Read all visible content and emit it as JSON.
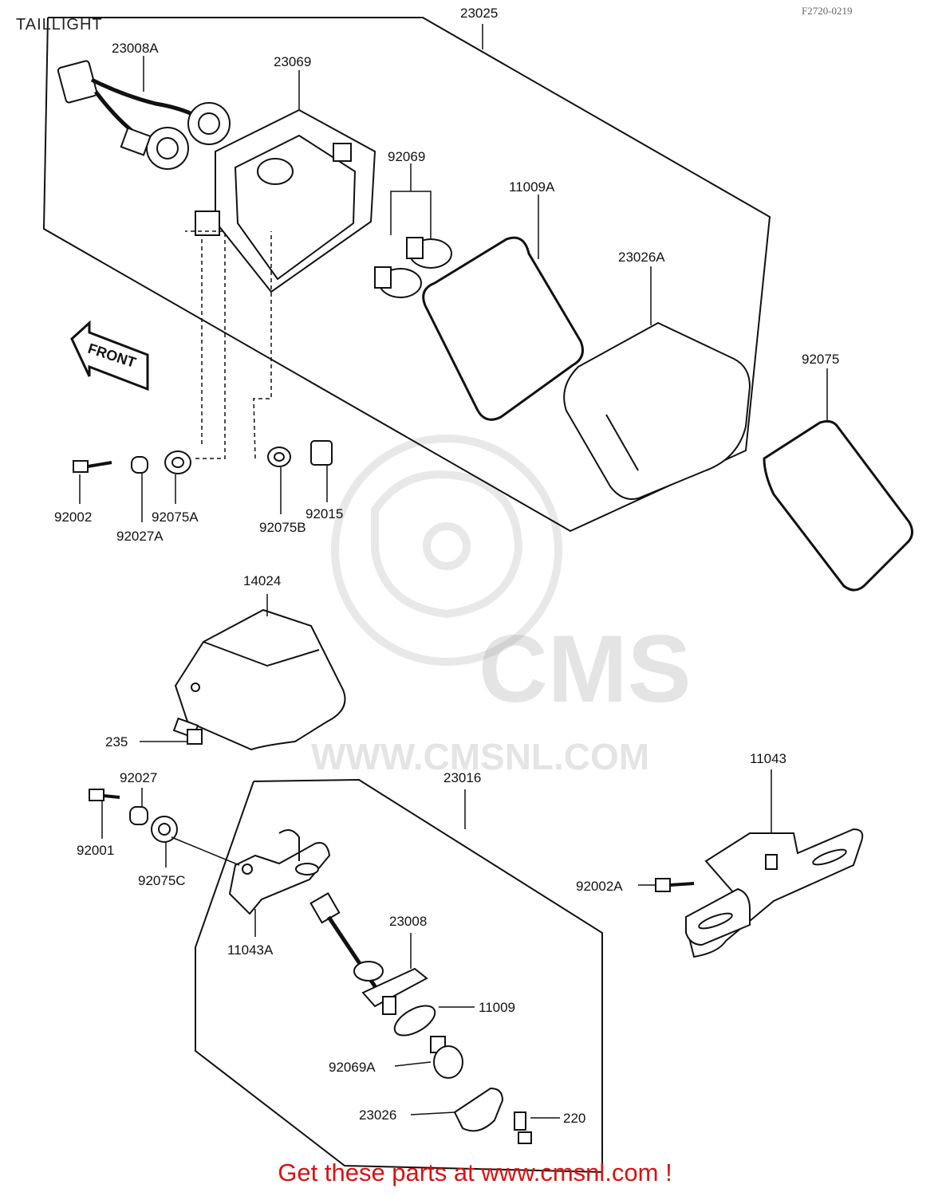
{
  "page": {
    "title": "TAILLIGHT",
    "figure_code": "F2720-0219",
    "footer": "Get these parts at www.cmsnl.com !"
  },
  "watermark": {
    "brand": "CMS",
    "url": "WWW.CMSNL.COM"
  },
  "direction_arrow": {
    "label": "FRONT"
  },
  "parts": [
    {
      "id": "23025"
    },
    {
      "id": "23008A"
    },
    {
      "id": "23069"
    },
    {
      "id": "92069"
    },
    {
      "id": "11009A"
    },
    {
      "id": "23026A"
    },
    {
      "id": "92075"
    },
    {
      "id": "92002"
    },
    {
      "id": "92027A"
    },
    {
      "id": "92075A"
    },
    {
      "id": "92075B"
    },
    {
      "id": "92015"
    },
    {
      "id": "14024"
    },
    {
      "id": "235"
    },
    {
      "id": "92027"
    },
    {
      "id": "92001"
    },
    {
      "id": "92075C"
    },
    {
      "id": "23016"
    },
    {
      "id": "11043"
    },
    {
      "id": "92002A"
    },
    {
      "id": "11043A"
    },
    {
      "id": "23008"
    },
    {
      "id": "11009"
    },
    {
      "id": "92069A"
    },
    {
      "id": "23026"
    },
    {
      "id": "220"
    }
  ]
}
